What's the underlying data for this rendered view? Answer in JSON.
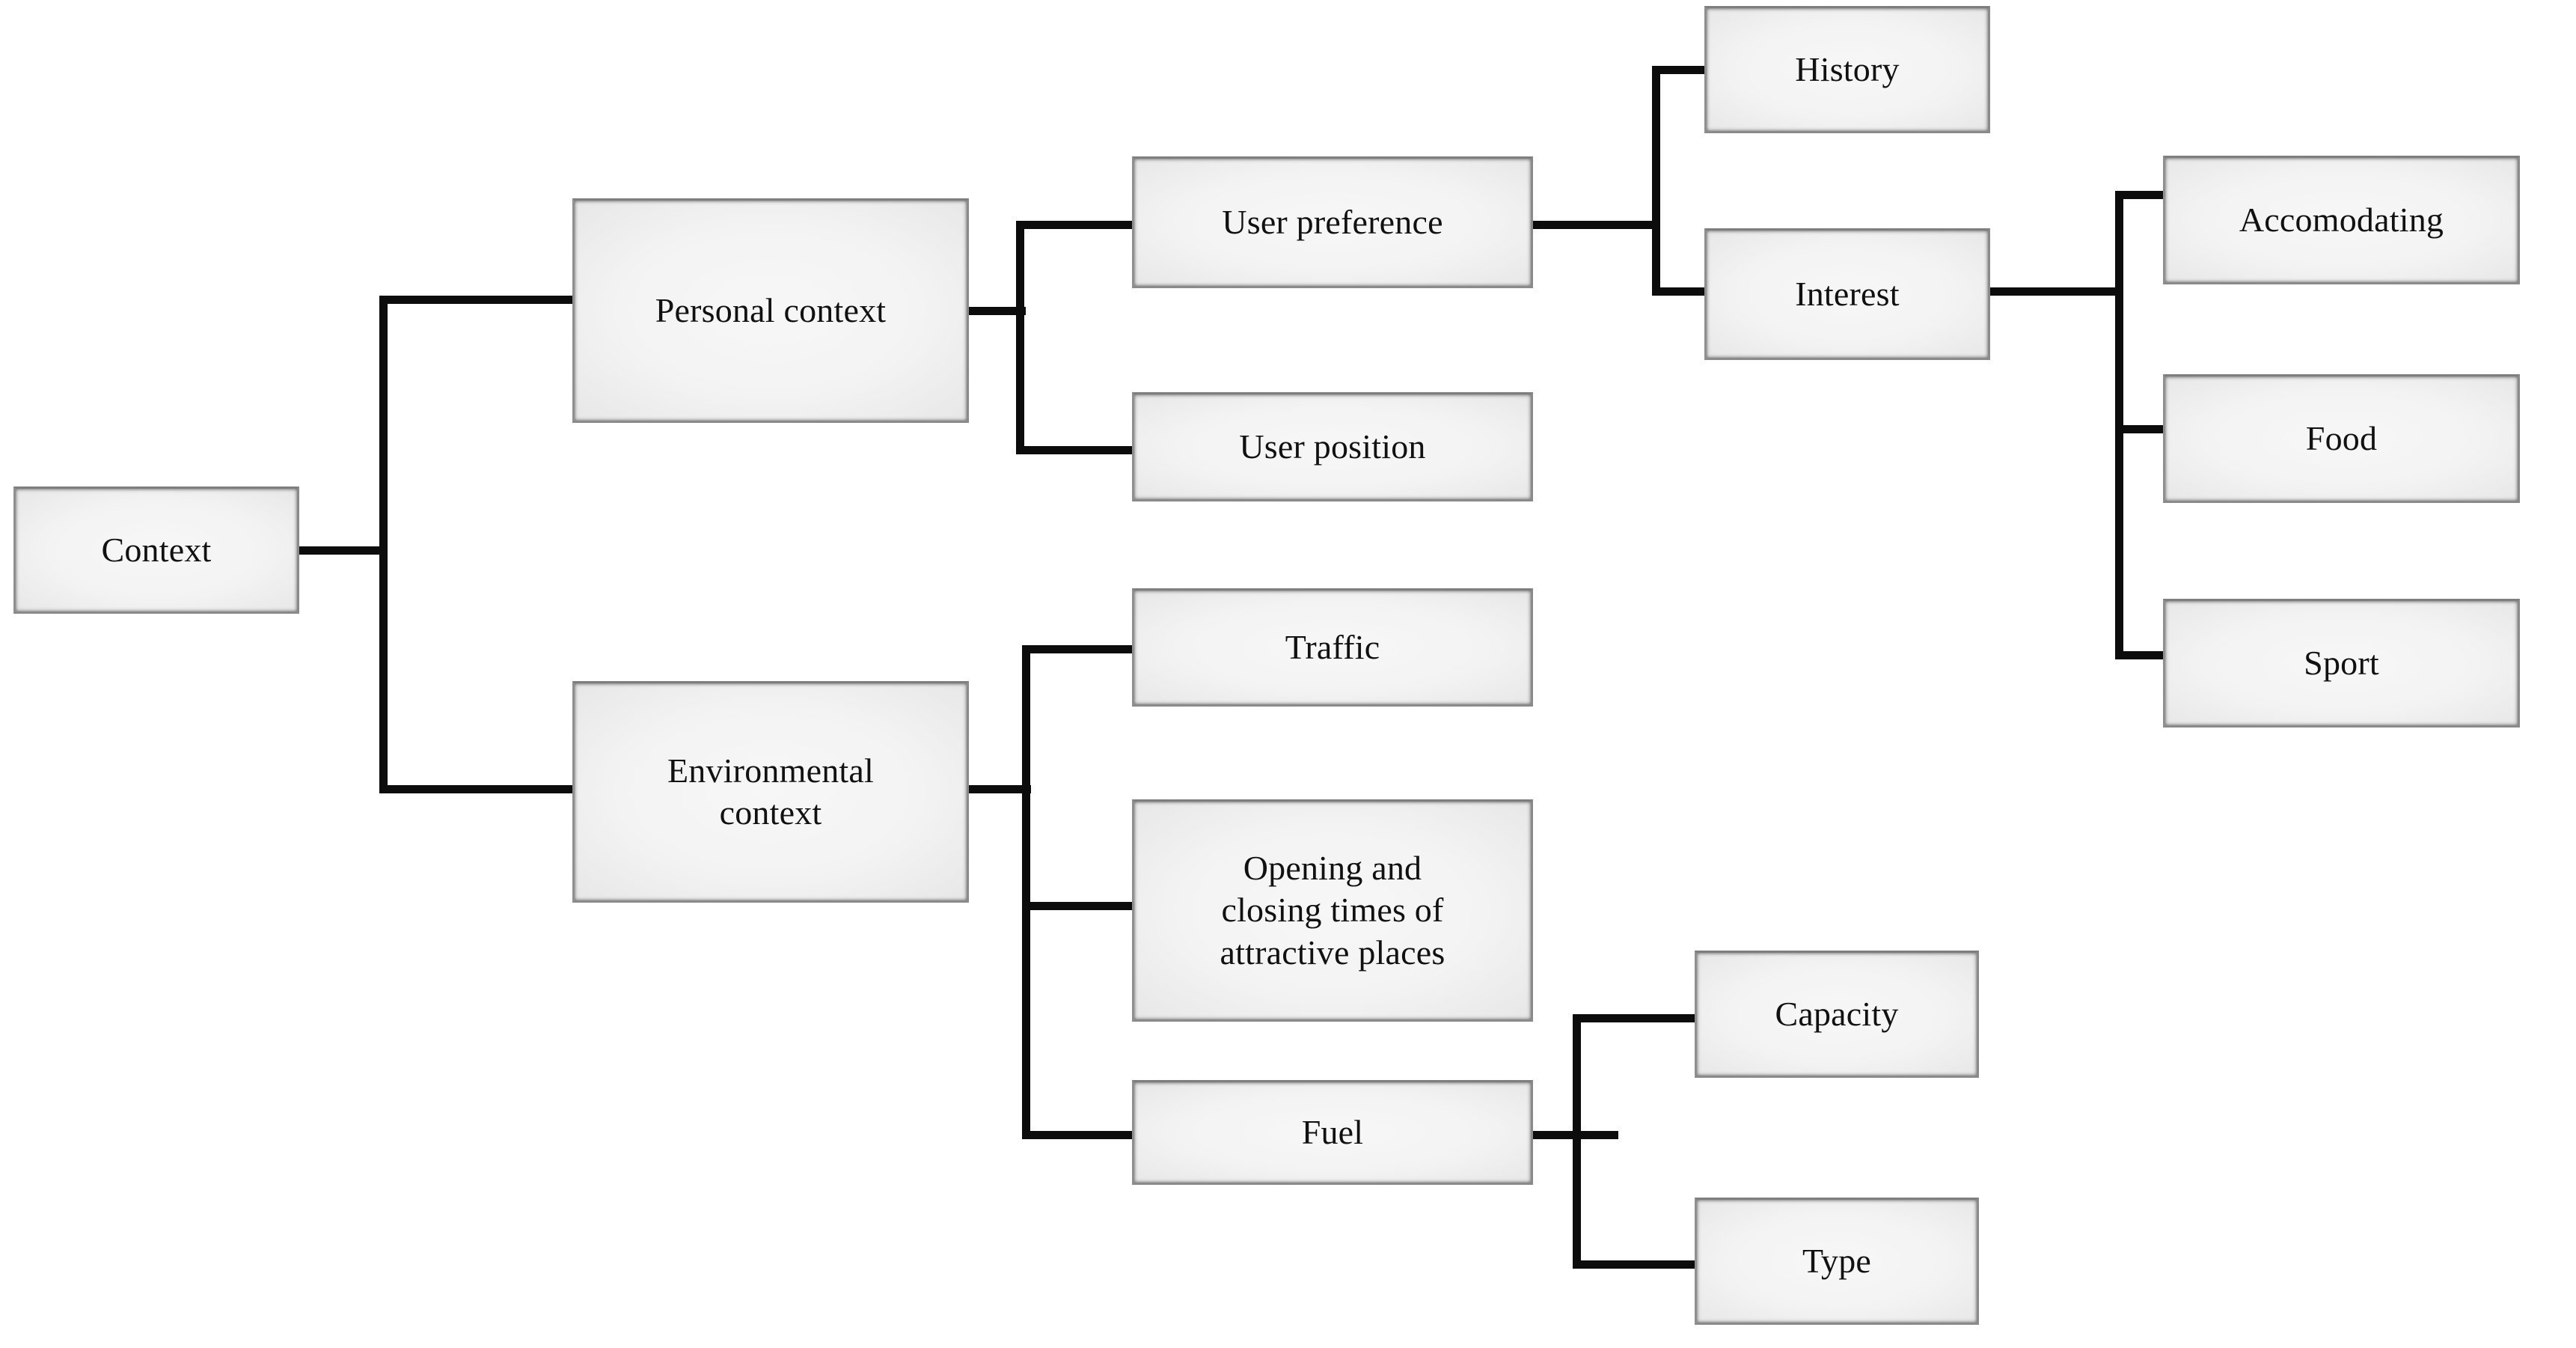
{
  "diagram": {
    "type": "tree",
    "orientation": "left-to-right",
    "root": "Context",
    "nodes": {
      "context": {
        "label": "Context"
      },
      "personal": {
        "label": "Personal context"
      },
      "environment": {
        "label": "Environmental\ncontext"
      },
      "user_pref": {
        "label": "User preference"
      },
      "user_pos": {
        "label": "User position"
      },
      "history": {
        "label": "History"
      },
      "interest": {
        "label": "Interest"
      },
      "accomodating": {
        "label": "Accomodating"
      },
      "food": {
        "label": "Food"
      },
      "sport": {
        "label": "Sport"
      },
      "traffic": {
        "label": "Traffic"
      },
      "opening": {
        "label": "Opening and\nclosing times of\nattractive places"
      },
      "fuel": {
        "label": "Fuel"
      },
      "capacity": {
        "label": "Capacity"
      },
      "fuel_type": {
        "label": "Type"
      }
    },
    "edges": [
      {
        "from": "context",
        "to": "personal"
      },
      {
        "from": "context",
        "to": "environment"
      },
      {
        "from": "personal",
        "to": "user_pref"
      },
      {
        "from": "personal",
        "to": "user_pos"
      },
      {
        "from": "user_pref",
        "to": "history"
      },
      {
        "from": "user_pref",
        "to": "interest"
      },
      {
        "from": "interest",
        "to": "accomodating"
      },
      {
        "from": "interest",
        "to": "food"
      },
      {
        "from": "interest",
        "to": "sport"
      },
      {
        "from": "environment",
        "to": "traffic"
      },
      {
        "from": "environment",
        "to": "opening"
      },
      {
        "from": "environment",
        "to": "fuel"
      },
      {
        "from": "fuel",
        "to": "capacity"
      },
      {
        "from": "fuel",
        "to": "fuel_type"
      }
    ],
    "colors": {
      "box_fill": "#f2f2f2",
      "box_border": "#8a8a8a",
      "line": "#0c0c0c",
      "text": "#111111",
      "background": "#ffffff"
    }
  }
}
